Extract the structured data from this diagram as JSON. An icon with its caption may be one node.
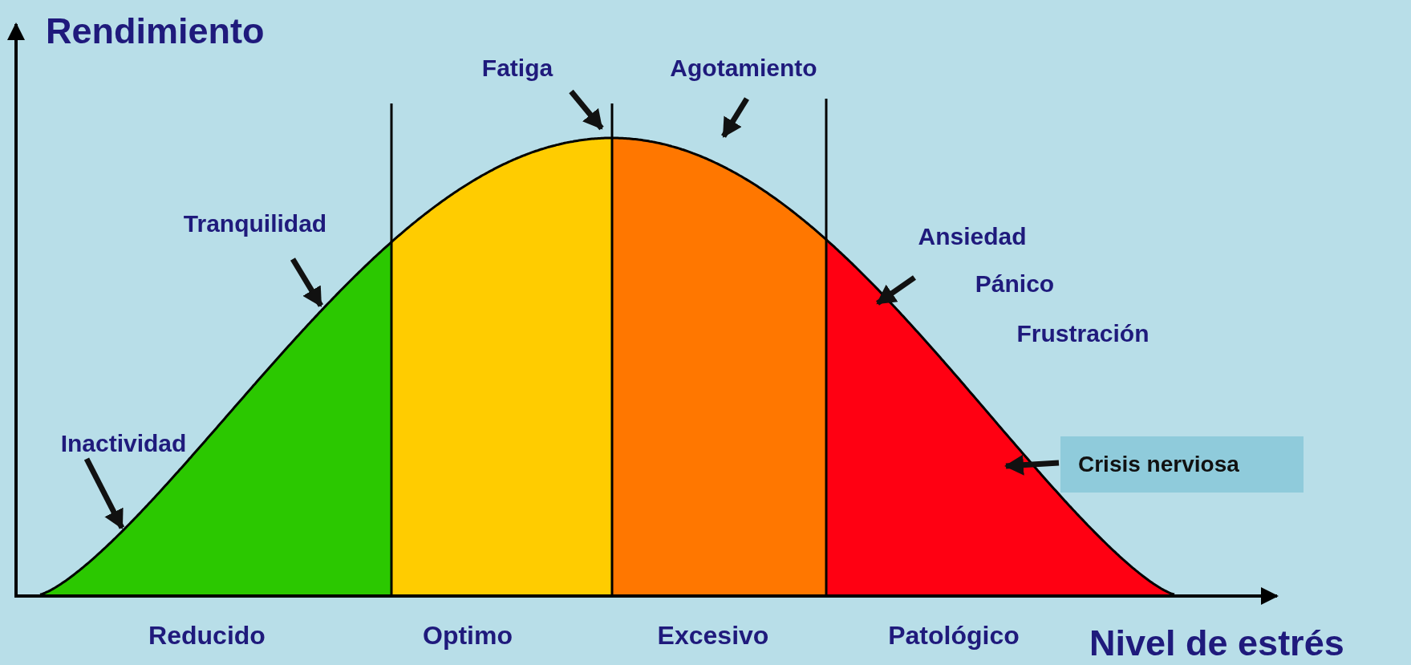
{
  "diagram": {
    "nodes": [
      {
        "text": [
          "Fatiga"
        ]
      },
      {
        "text": [
          "Agotamiento"
        ]
      },
      {
        "text": [
          "Tranquilidad"
        ]
      },
      {
        "text": [
          "Ansiedad",
          "Pánico",
          "Frustración"
        ]
      },
      {
        "text": [
          "Inactividad"
        ]
      },
      {
        "text": [
          "Crisis nerviosa"
        ]
      }
    ],
    "edges": [
      {
        "from": 0,
        "to": null,
        "arrow": "to"
      },
      {
        "from": 1,
        "to": null,
        "arrow": "to"
      },
      {
        "from": 2,
        "to": null,
        "arrow": "to"
      },
      {
        "from": 3,
        "to": null,
        "arrow": "to"
      },
      {
        "from": 4,
        "to": null,
        "arrow": "to"
      },
      {
        "from": 5,
        "to": null,
        "arrow": "to"
      }
    ],
    "labels": [
      "Rendimiento",
      "Reducido",
      "Optimo",
      "Excesivo",
      "Patológico",
      "Nivel de estrés"
    ]
  }
}
